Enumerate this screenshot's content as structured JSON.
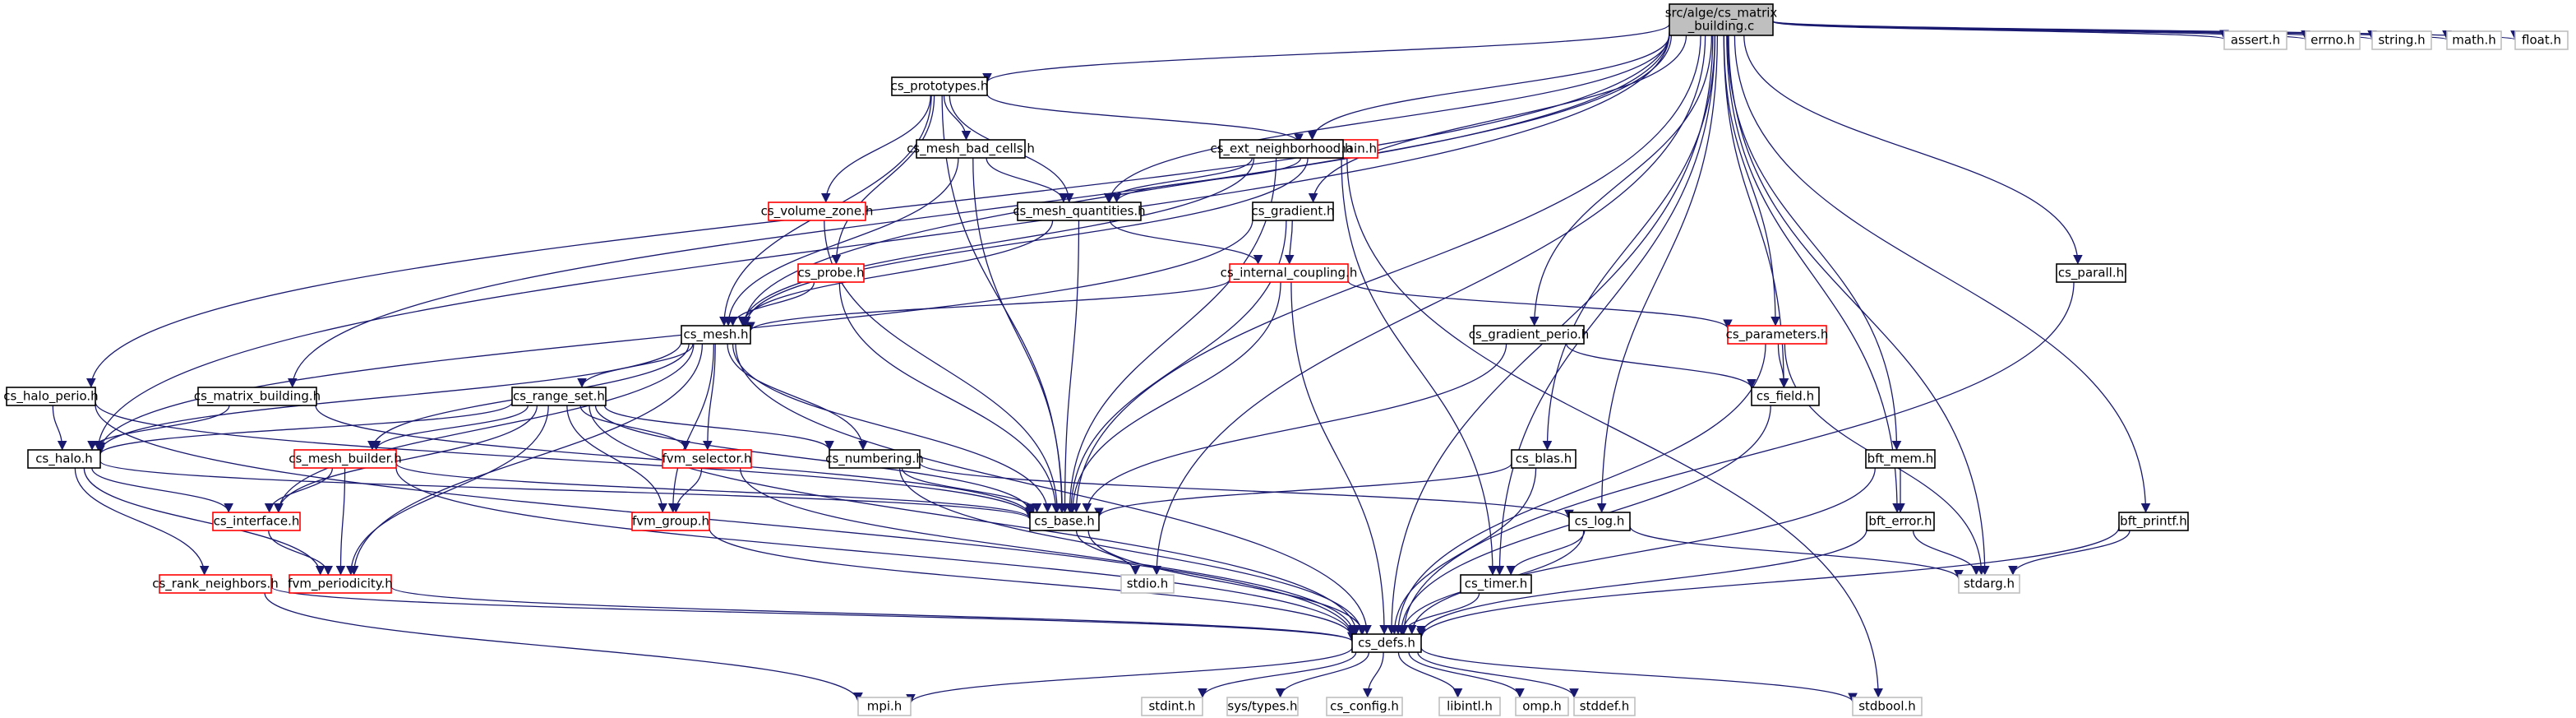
{
  "graph": {
    "root": {
      "id": "root",
      "label": [
        "src/alge/cs_matrix",
        "_building.c"
      ]
    },
    "nodes": [
      {
        "id": "cs_prototypes",
        "label": "cs_prototypes.h",
        "style": "black"
      },
      {
        "id": "cs_mesh_bad_cells",
        "label": "cs_mesh_bad_cells.h",
        "style": "black"
      },
      {
        "id": "cs_domain",
        "label": "cs_domain.h",
        "style": "red"
      },
      {
        "id": "cs_ext_neighborhood",
        "label": "cs_ext_neighborhood.h",
        "style": "black"
      },
      {
        "id": "cs_volume_zone",
        "label": "cs_volume_zone.h",
        "style": "red"
      },
      {
        "id": "cs_mesh_quantities",
        "label": "cs_mesh_quantities.h",
        "style": "black"
      },
      {
        "id": "cs_gradient",
        "label": "cs_gradient.h",
        "style": "black"
      },
      {
        "id": "cs_probe",
        "label": "cs_probe.h",
        "style": "red"
      },
      {
        "id": "cs_internal_coupling",
        "label": "cs_internal_coupling.h",
        "style": "red"
      },
      {
        "id": "cs_mesh",
        "label": "cs_mesh.h",
        "style": "black"
      },
      {
        "id": "cs_halo_perio",
        "label": "cs_halo_perio.h",
        "style": "black"
      },
      {
        "id": "cs_matrix_building",
        "label": "cs_matrix_building.h",
        "style": "black"
      },
      {
        "id": "cs_range_set",
        "label": "cs_range_set.h",
        "style": "black"
      },
      {
        "id": "cs_gradient_perio",
        "label": "cs_gradient_perio.h",
        "style": "black"
      },
      {
        "id": "cs_parameters",
        "label": "cs_parameters.h",
        "style": "red"
      },
      {
        "id": "cs_parall",
        "label": "cs_parall.h",
        "style": "black"
      },
      {
        "id": "cs_halo",
        "label": "cs_halo.h",
        "style": "black"
      },
      {
        "id": "cs_mesh_builder",
        "label": "cs_mesh_builder.h",
        "style": "red"
      },
      {
        "id": "fvm_selector",
        "label": "fvm_selector.h",
        "style": "red"
      },
      {
        "id": "cs_numbering",
        "label": "cs_numbering.h",
        "style": "black"
      },
      {
        "id": "cs_field",
        "label": "cs_field.h",
        "style": "black"
      },
      {
        "id": "cs_blas",
        "label": "cs_blas.h",
        "style": "black"
      },
      {
        "id": "bft_mem",
        "label": "bft_mem.h",
        "style": "black"
      },
      {
        "id": "cs_interface",
        "label": "cs_interface.h",
        "style": "red"
      },
      {
        "id": "fvm_group",
        "label": "fvm_group.h",
        "style": "red"
      },
      {
        "id": "cs_base",
        "label": "cs_base.h",
        "style": "black"
      },
      {
        "id": "cs_log",
        "label": "cs_log.h",
        "style": "black"
      },
      {
        "id": "bft_error",
        "label": "bft_error.h",
        "style": "black"
      },
      {
        "id": "bft_printf",
        "label": "bft_printf.h",
        "style": "black"
      },
      {
        "id": "cs_rank_neighbors",
        "label": "cs_rank_neighbors.h",
        "style": "red"
      },
      {
        "id": "fvm_periodicity",
        "label": "fvm_periodicity.h",
        "style": "red"
      },
      {
        "id": "stdio",
        "label": "stdio.h",
        "style": "gray"
      },
      {
        "id": "cs_timer",
        "label": "cs_timer.h",
        "style": "black"
      },
      {
        "id": "stdarg",
        "label": "stdarg.h",
        "style": "gray"
      },
      {
        "id": "cs_defs",
        "label": "cs_defs.h",
        "style": "black"
      },
      {
        "id": "assert",
        "label": "assert.h",
        "style": "gray"
      },
      {
        "id": "errno",
        "label": "errno.h",
        "style": "gray"
      },
      {
        "id": "string",
        "label": "string.h",
        "style": "gray"
      },
      {
        "id": "math",
        "label": "math.h",
        "style": "gray"
      },
      {
        "id": "float",
        "label": "float.h",
        "style": "gray"
      },
      {
        "id": "mpi",
        "label": "mpi.h",
        "style": "gray"
      },
      {
        "id": "stdint",
        "label": "stdint.h",
        "style": "gray"
      },
      {
        "id": "sys_types",
        "label": "sys/types.h",
        "style": "gray"
      },
      {
        "id": "cs_config",
        "label": "cs_config.h",
        "style": "gray"
      },
      {
        "id": "libintl",
        "label": "libintl.h",
        "style": "gray"
      },
      {
        "id": "omp",
        "label": "omp.h",
        "style": "gray"
      },
      {
        "id": "stddef",
        "label": "stddef.h",
        "style": "gray"
      },
      {
        "id": "stdbool",
        "label": "stdbool.h",
        "style": "gray"
      }
    ],
    "edges": [
      [
        "root",
        "cs_prototypes"
      ],
      [
        "root",
        "cs_ext_neighborhood"
      ],
      [
        "root",
        "cs_mesh_quantities"
      ],
      [
        "root",
        "cs_gradient"
      ],
      [
        "root",
        "cs_mesh"
      ],
      [
        "root",
        "cs_halo_perio"
      ],
      [
        "root",
        "cs_matrix_building"
      ],
      [
        "root",
        "cs_halo"
      ],
      [
        "root",
        "cs_gradient_perio"
      ],
      [
        "root",
        "cs_parameters"
      ],
      [
        "root",
        "cs_field"
      ],
      [
        "root",
        "cs_parall"
      ],
      [
        "root",
        "cs_blas"
      ],
      [
        "root",
        "bft_mem"
      ],
      [
        "root",
        "cs_log"
      ],
      [
        "root",
        "bft_error"
      ],
      [
        "root",
        "bft_printf"
      ],
      [
        "root",
        "cs_base"
      ],
      [
        "root",
        "cs_timer"
      ],
      [
        "root",
        "stdio"
      ],
      [
        "root",
        "stdarg"
      ],
      [
        "root",
        "cs_defs"
      ],
      [
        "root",
        "assert"
      ],
      [
        "root",
        "errno"
      ],
      [
        "root",
        "string"
      ],
      [
        "root",
        "math"
      ],
      [
        "root",
        "float"
      ],
      [
        "cs_prototypes",
        "cs_mesh_bad_cells"
      ],
      [
        "cs_prototypes",
        "cs_domain"
      ],
      [
        "cs_prototypes",
        "cs_volume_zone"
      ],
      [
        "cs_prototypes",
        "cs_mesh_quantities"
      ],
      [
        "cs_prototypes",
        "cs_probe"
      ],
      [
        "cs_prototypes",
        "cs_mesh"
      ],
      [
        "cs_prototypes",
        "cs_base"
      ],
      [
        "cs_mesh_bad_cells",
        "cs_mesh_quantities"
      ],
      [
        "cs_mesh_bad_cells",
        "cs_mesh"
      ],
      [
        "cs_mesh_bad_cells",
        "cs_base"
      ],
      [
        "cs_domain",
        "cs_mesh_quantities"
      ],
      [
        "cs_domain",
        "cs_mesh"
      ],
      [
        "cs_domain",
        "cs_timer"
      ],
      [
        "cs_domain",
        "stdbool"
      ],
      [
        "cs_ext_neighborhood",
        "cs_mesh_quantities"
      ],
      [
        "cs_ext_neighborhood",
        "cs_mesh"
      ],
      [
        "cs_ext_neighborhood",
        "cs_base"
      ],
      [
        "cs_volume_zone",
        "cs_base"
      ],
      [
        "cs_mesh_quantities",
        "cs_internal_coupling"
      ],
      [
        "cs_mesh_quantities",
        "cs_mesh"
      ],
      [
        "cs_mesh_quantities",
        "cs_base"
      ],
      [
        "cs_gradient",
        "cs_internal_coupling"
      ],
      [
        "cs_gradient",
        "cs_halo"
      ],
      [
        "cs_gradient",
        "cs_base"
      ],
      [
        "cs_probe",
        "cs_mesh"
      ],
      [
        "cs_probe",
        "cs_base"
      ],
      [
        "cs_internal_coupling",
        "cs_mesh"
      ],
      [
        "cs_internal_coupling",
        "cs_parameters"
      ],
      [
        "cs_internal_coupling",
        "cs_base"
      ],
      [
        "cs_internal_coupling",
        "cs_defs"
      ],
      [
        "cs_mesh",
        "cs_range_set"
      ],
      [
        "cs_mesh",
        "cs_halo"
      ],
      [
        "cs_mesh",
        "cs_interface"
      ],
      [
        "cs_mesh",
        "cs_mesh_builder"
      ],
      [
        "cs_mesh",
        "fvm_selector"
      ],
      [
        "cs_mesh",
        "cs_numbering"
      ],
      [
        "cs_mesh",
        "fvm_group"
      ],
      [
        "cs_mesh",
        "fvm_periodicity"
      ],
      [
        "cs_mesh",
        "cs_base"
      ],
      [
        "cs_mesh",
        "cs_defs"
      ],
      [
        "cs_halo_perio",
        "cs_halo"
      ],
      [
        "cs_halo_perio",
        "cs_base"
      ],
      [
        "cs_halo_perio",
        "cs_defs"
      ],
      [
        "cs_matrix_building",
        "cs_halo"
      ],
      [
        "cs_matrix_building",
        "cs_base"
      ],
      [
        "cs_range_set",
        "cs_halo"
      ],
      [
        "cs_range_set",
        "cs_interface"
      ],
      [
        "cs_range_set",
        "cs_mesh_builder"
      ],
      [
        "cs_range_set",
        "fvm_selector"
      ],
      [
        "cs_range_set",
        "cs_numbering"
      ],
      [
        "cs_range_set",
        "fvm_group"
      ],
      [
        "cs_range_set",
        "fvm_periodicity"
      ],
      [
        "cs_range_set",
        "cs_base"
      ],
      [
        "cs_range_set",
        "cs_defs"
      ],
      [
        "cs_gradient_perio",
        "cs_field"
      ],
      [
        "cs_gradient_perio",
        "cs_base"
      ],
      [
        "cs_parameters",
        "cs_field"
      ],
      [
        "cs_parameters",
        "cs_defs"
      ],
      [
        "cs_parameters",
        "stdarg"
      ],
      [
        "cs_parall",
        "cs_defs"
      ],
      [
        "cs_halo",
        "cs_interface"
      ],
      [
        "cs_halo",
        "fvm_periodicity"
      ],
      [
        "cs_halo",
        "cs_rank_neighbors"
      ],
      [
        "cs_halo",
        "cs_base"
      ],
      [
        "cs_mesh_builder",
        "cs_interface"
      ],
      [
        "cs_mesh_builder",
        "fvm_periodicity"
      ],
      [
        "cs_mesh_builder",
        "cs_base"
      ],
      [
        "cs_mesh_builder",
        "cs_defs"
      ],
      [
        "fvm_selector",
        "fvm_group"
      ],
      [
        "fvm_selector",
        "cs_defs"
      ],
      [
        "cs_numbering",
        "cs_log"
      ],
      [
        "cs_numbering",
        "cs_base"
      ],
      [
        "cs_numbering",
        "cs_defs"
      ],
      [
        "cs_field",
        "cs_defs"
      ],
      [
        "cs_blas",
        "cs_base"
      ],
      [
        "cs_blas",
        "cs_defs"
      ],
      [
        "bft_mem",
        "bft_error"
      ],
      [
        "bft_mem",
        "cs_defs"
      ],
      [
        "cs_interface",
        "fvm_periodicity"
      ],
      [
        "fvm_group",
        "cs_defs"
      ],
      [
        "cs_base",
        "stdio"
      ],
      [
        "cs_base",
        "cs_defs"
      ],
      [
        "cs_log",
        "cs_timer"
      ],
      [
        "cs_log",
        "stdarg"
      ],
      [
        "cs_log",
        "cs_defs"
      ],
      [
        "bft_error",
        "stdarg"
      ],
      [
        "bft_error",
        "cs_defs"
      ],
      [
        "bft_printf",
        "stdarg"
      ],
      [
        "bft_printf",
        "cs_defs"
      ],
      [
        "cs_rank_neighbors",
        "cs_defs"
      ],
      [
        "cs_rank_neighbors",
        "mpi"
      ],
      [
        "fvm_periodicity",
        "cs_defs"
      ],
      [
        "cs_timer",
        "cs_defs"
      ],
      [
        "cs_defs",
        "mpi"
      ],
      [
        "cs_defs",
        "stdint"
      ],
      [
        "cs_defs",
        "sys_types"
      ],
      [
        "cs_defs",
        "cs_config"
      ],
      [
        "cs_defs",
        "libintl"
      ],
      [
        "cs_defs",
        "omp"
      ],
      [
        "cs_defs",
        "stddef"
      ],
      [
        "cs_defs",
        "stdbool"
      ]
    ]
  }
}
